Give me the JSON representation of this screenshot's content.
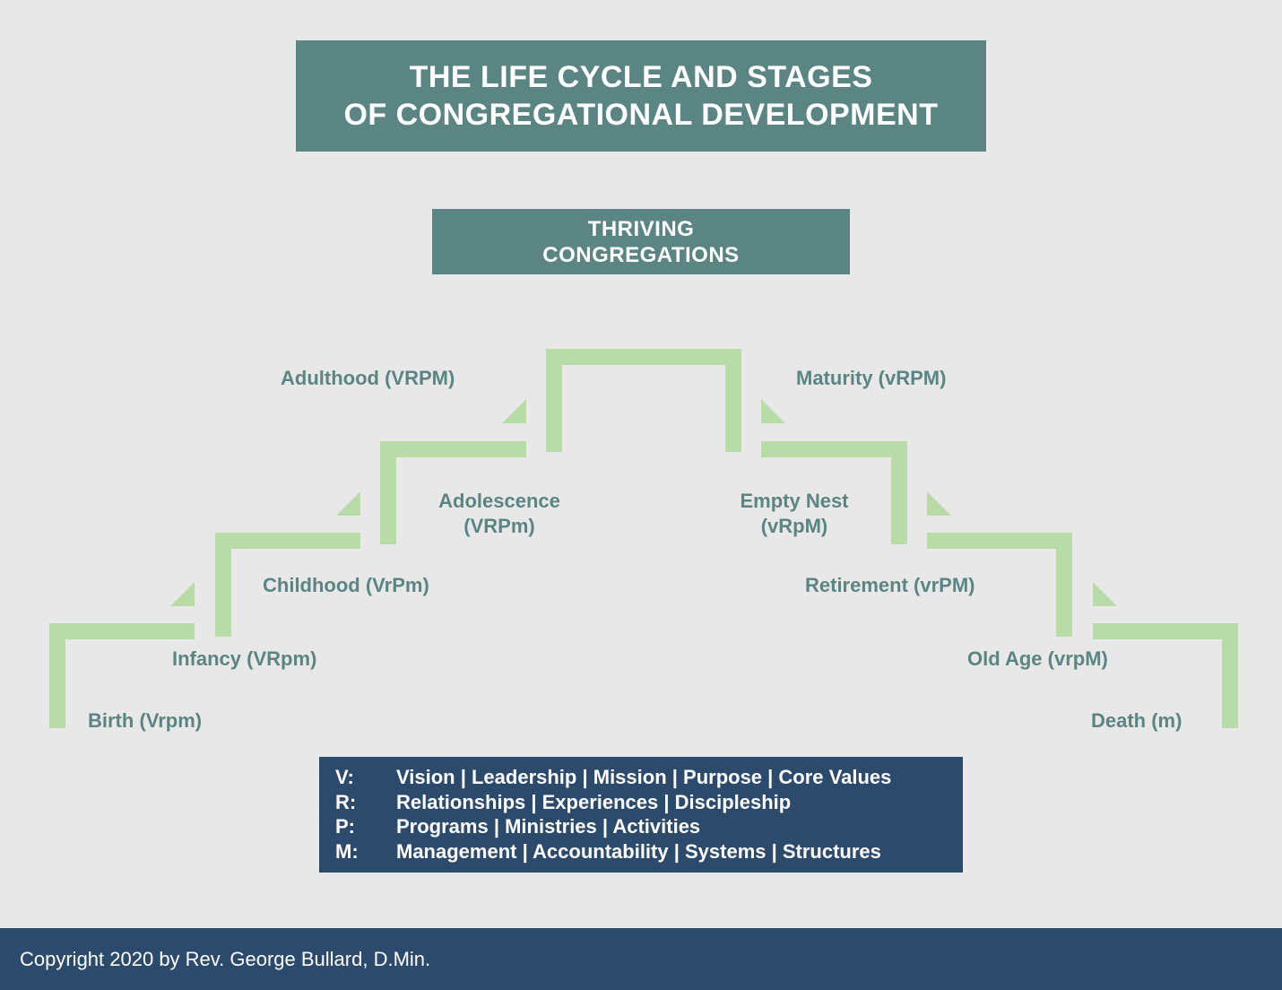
{
  "title": {
    "line1": "THE LIFE CYCLE AND STAGES",
    "line2": "OF CONGREGATIONAL DEVELOPMENT"
  },
  "thriving": {
    "line1": "THRIVING",
    "line2": "CONGREGATIONS"
  },
  "stages": {
    "birth": "Birth (Vrpm)",
    "infancy": "Infancy (VRpm)",
    "childhood": "Childhood (VrPm)",
    "adolescence_1": "Adolescence",
    "adolescence_2": "(VRPm)",
    "adulthood": "Adulthood (VRPM)",
    "maturity": "Maturity (vRPM)",
    "empty_nest_1": "Empty Nest",
    "empty_nest_2": "(vRpM)",
    "retirement": "Retirement (vrPM)",
    "old_age": "Old Age (vrpM)",
    "death": "Death (m)"
  },
  "legend": [
    {
      "key": "V:",
      "text": "Vision | Leadership | Mission | Purpose | Core Values"
    },
    {
      "key": "R:",
      "text": "Relationships | Experiences | Discipleship"
    },
    {
      "key": "P:",
      "text": "Programs | Ministries | Activities"
    },
    {
      "key": "M:",
      "text": "Management | Accountability | Systems | Structures"
    }
  ],
  "footer": {
    "copyright": "Copyright 2020 by Rev. George Bullard, D.Min."
  },
  "colors": {
    "background": "#e8e8e8",
    "teal": "#5b8583",
    "stair_green": "#b8dba8",
    "navy": "#2c4a6c"
  }
}
